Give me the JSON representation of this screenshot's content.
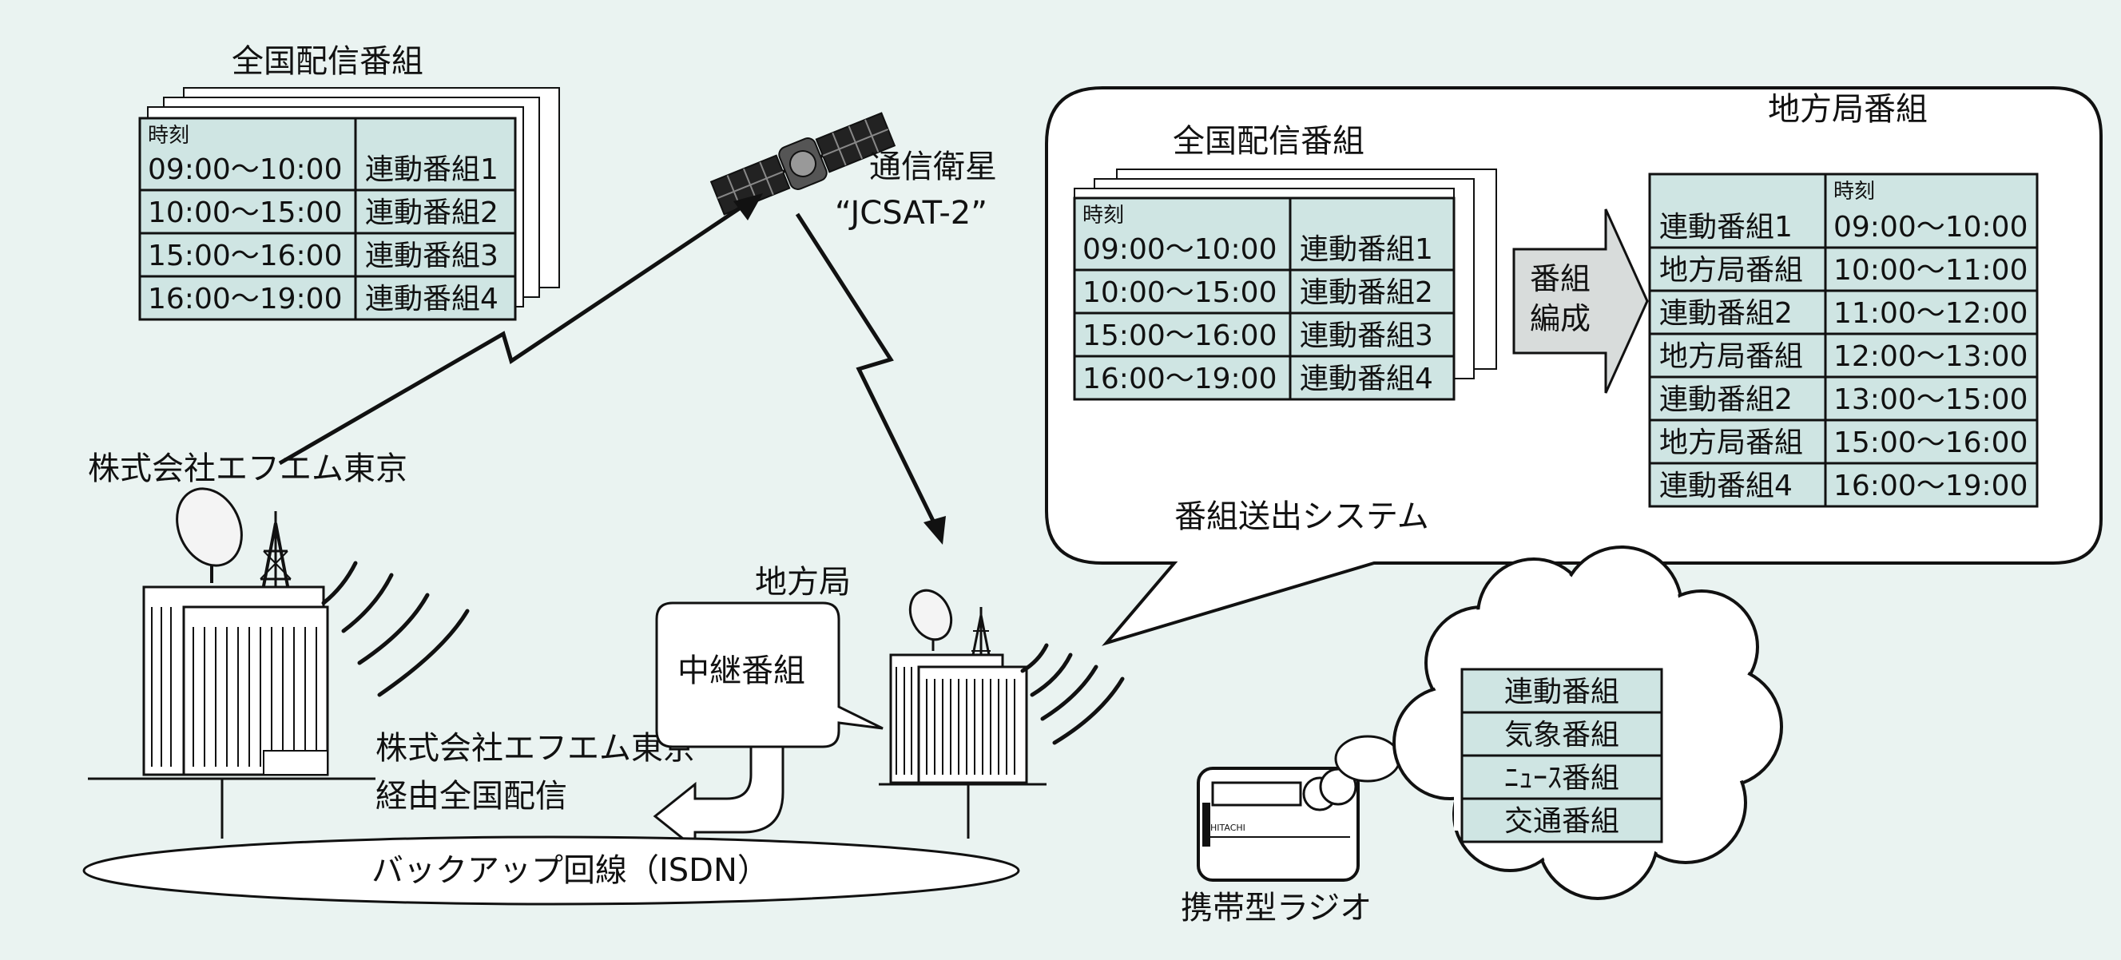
{
  "colors": {
    "background": "#eaf3f1",
    "table_cell": "#cfe5e3",
    "bubble": "#ffffff",
    "line": "#111111"
  },
  "national_schedule": {
    "title": "全国配信番組",
    "time_header": "時刻",
    "rows": [
      {
        "time": "09:00～10:00",
        "program": "連動番組1"
      },
      {
        "time": "10:00～15:00",
        "program": "連動番組2"
      },
      {
        "time": "15:00～16:00",
        "program": "連動番組3"
      },
      {
        "time": "16:00～19:00",
        "program": "連動番組4"
      }
    ]
  },
  "satellite": {
    "name": "通信衛星",
    "id": "“JCSAT-2”"
  },
  "bubble": {
    "national_title": "全国配信番組",
    "time_header": "時刻",
    "rows": [
      {
        "time": "09:00～10:00",
        "program": "連動番組1"
      },
      {
        "time": "10:00～15:00",
        "program": "連動番組2"
      },
      {
        "time": "15:00～16:00",
        "program": "連動番組3"
      },
      {
        "time": "16:00～19:00",
        "program": "連動番組4"
      }
    ],
    "arrow_label_line1": "番組",
    "arrow_label_line2": "編成",
    "local_title": "地方局番組",
    "local_time_header": "時刻",
    "local_rows": [
      {
        "program": "連動番組1",
        "time": "09:00～10:00"
      },
      {
        "program": "地方局番組",
        "time": "10:00～11:00"
      },
      {
        "program": "連動番組2",
        "time": "11:00～12:00"
      },
      {
        "program": "地方局番組",
        "time": "12:00～13:00"
      },
      {
        "program": "連動番組2",
        "time": "13:00～15:00"
      },
      {
        "program": "地方局番組",
        "time": "15:00～16:00"
      },
      {
        "program": "連動番組4",
        "time": "16:00～19:00"
      }
    ],
    "system_label": "番組送出システム"
  },
  "fm_tokyo": {
    "name": "株式会社エフエム東京",
    "route_line1": "株式会社エフエム東京",
    "route_line2": "経由全国配信"
  },
  "local_station": {
    "name": "地方局",
    "relay_label": "中継番組"
  },
  "backup_line": {
    "label": "バックアップ回線（ISDN）"
  },
  "radio": {
    "label": "携帯型ラジオ",
    "brand": "HITACHI"
  },
  "cloud": {
    "items": [
      "連動番組",
      "気象番組",
      "ﾆｭｰｽ番組",
      "交通番組"
    ]
  }
}
